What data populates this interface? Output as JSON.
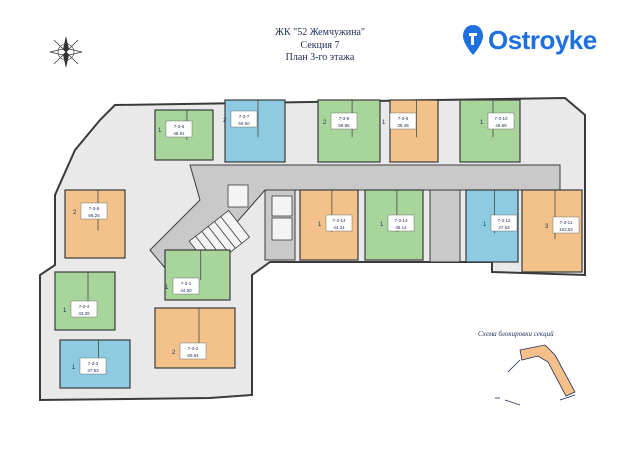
{
  "header": {
    "complex": "ЖК \"52 Жемчужина\"",
    "section": "Секция 7",
    "floor_plan": "План 3-го этажа"
  },
  "brand": {
    "name": "Ostroyke",
    "color": "#1e6fe0"
  },
  "colors": {
    "green": "#a8d59b",
    "blue": "#8ecbe0",
    "orange": "#f2c28a",
    "grey": "#b9b9b9",
    "wall": "#3a3a3a"
  },
  "apartments": [
    {
      "id": "7-3-6",
      "rooms": "1",
      "area": "48.81",
      "color": "green"
    },
    {
      "id": "7-3-7",
      "rooms": "2",
      "area": "60.50",
      "color": "blue"
    },
    {
      "id": "7-3-8",
      "rooms": "2",
      "area": "59.86",
      "color": "green"
    },
    {
      "id": "7-3-9",
      "rooms": "1",
      "area": "38.49",
      "color": "orange"
    },
    {
      "id": "7-3-10",
      "rooms": "1",
      "area": "45.69",
      "color": "green"
    },
    {
      "id": "7-3-5",
      "rooms": "2",
      "area": "66.25",
      "color": "orange"
    },
    {
      "id": "7-3-14",
      "rooms": "1",
      "area": "44.34",
      "color": "orange"
    },
    {
      "id": "7-3-13",
      "rooms": "1",
      "area": "46.14",
      "color": "green"
    },
    {
      "id": "7-3-12",
      "rooms": "1",
      "area": "47.52",
      "color": "blue"
    },
    {
      "id": "7-3-11",
      "rooms": "3",
      "area": "102.52",
      "color": "orange"
    },
    {
      "id": "7-3-1",
      "rooms": "1",
      "area": "44.50",
      "color": "green"
    },
    {
      "id": "7-3-4",
      "rooms": "1",
      "area": "43.39",
      "color": "green"
    },
    {
      "id": "7-3-2",
      "rooms": "2",
      "area": "60.84",
      "color": "orange"
    },
    {
      "id": "7-3-3",
      "rooms": "1",
      "area": "47.53",
      "color": "blue"
    }
  ],
  "scheme": {
    "title": "Схема блокировки секций"
  },
  "compass": {
    "icon": "compass-rose-icon"
  }
}
